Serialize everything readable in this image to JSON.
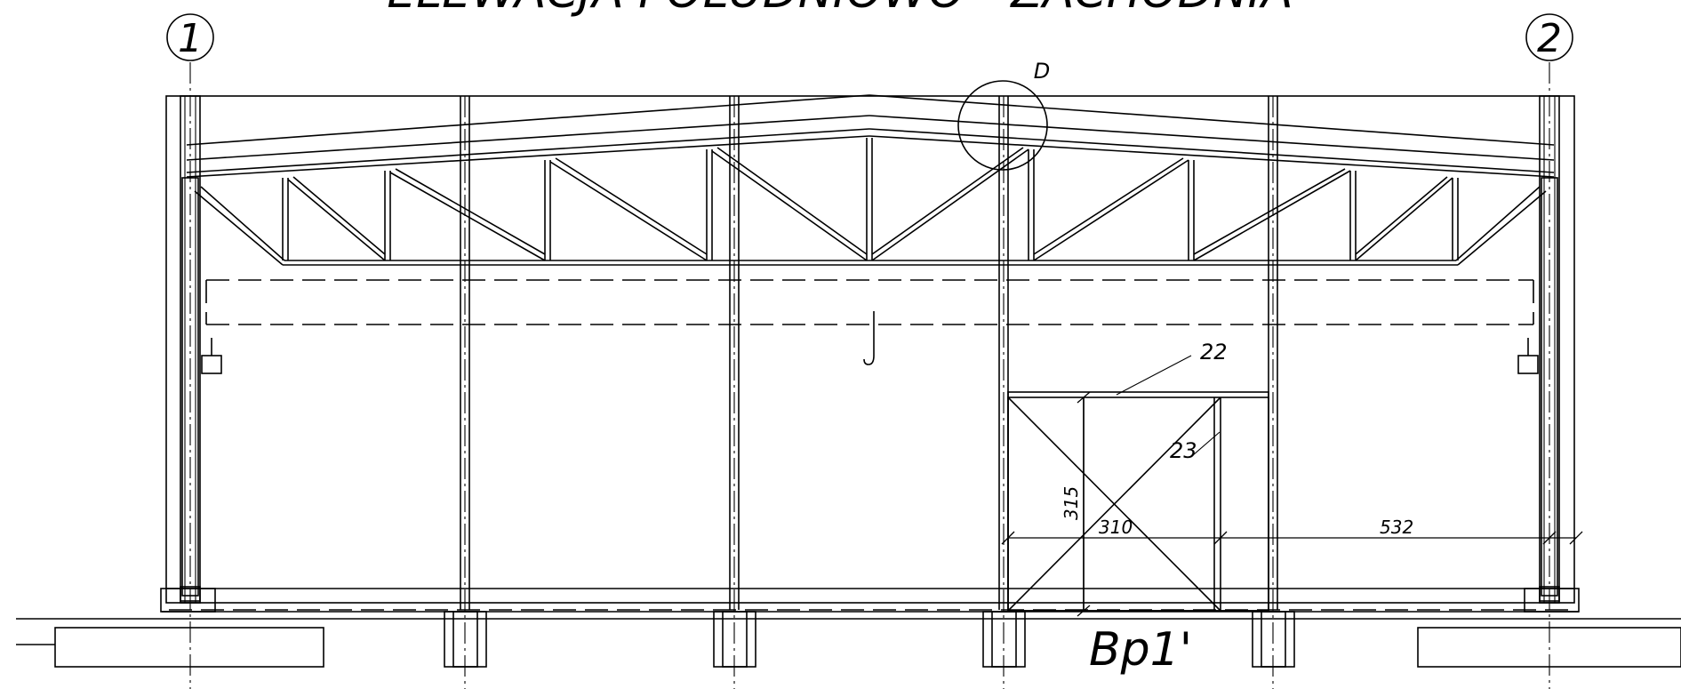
{
  "drawing": {
    "title": "ELEWACJA POŁUDNIOWO - ZACHODNIA",
    "axes": {
      "left": "1",
      "right": "2"
    },
    "detail_label": "D",
    "tags": {
      "lintel": "22",
      "door": "23"
    },
    "dimensions": {
      "door_height": "315",
      "door_width": "310",
      "right_span": "532"
    },
    "footing_label": "Bp1'"
  }
}
